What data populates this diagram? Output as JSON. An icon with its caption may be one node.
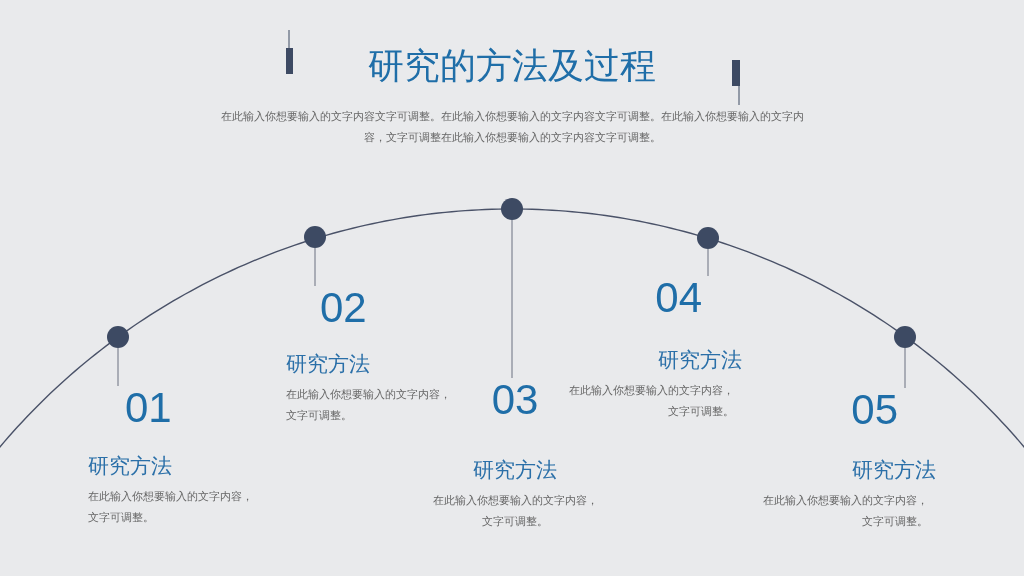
{
  "diagram": {
    "title": "研究的方法及过程",
    "nodes": [
      {
        "text": [],
        "shape": "circle"
      },
      {
        "text": [],
        "shape": "circle"
      },
      {
        "text": [],
        "shape": "circle"
      },
      {
        "text": [],
        "shape": "circle"
      },
      {
        "text": [],
        "shape": "circle"
      },
      {
        "text": [
          "01",
          "研究方法",
          "在此输入你想要输入的文字内容，文字可调整。"
        ]
      },
      {
        "text": [
          "02",
          "研究方法",
          "在此输入你想要输入的文字内容，文字可调整。"
        ]
      },
      {
        "text": [
          "03",
          "研究方法",
          "在此输入你想要输入的文字内容，文字可调整。"
        ]
      },
      {
        "text": [
          "04",
          "研究方法",
          "在此输入你想要输入的文字内容，文字可调整。"
        ]
      },
      {
        "text": [
          "05",
          "研究方法",
          "在此输入你想要输入的文字内容，文字可调整。"
        ]
      }
    ],
    "edges": [
      {
        "from": 0,
        "to": 5,
        "arrow": "none"
      },
      {
        "from": 1,
        "to": 6,
        "arrow": "none"
      },
      {
        "from": 2,
        "to": 7,
        "arrow": "none"
      },
      {
        "from": 3,
        "to": 8,
        "arrow": "none"
      },
      {
        "from": 4,
        "to": 9,
        "arrow": "none"
      }
    ],
    "labels": [
      "在此输入你想要输入的文字内容文字可调整。在此输入你想要输入的文字内容文字可调整。在此输入你想要输入的文字内容，文字可调整在此输入你想要输入的文字内容文字可调整。"
    ]
  }
}
